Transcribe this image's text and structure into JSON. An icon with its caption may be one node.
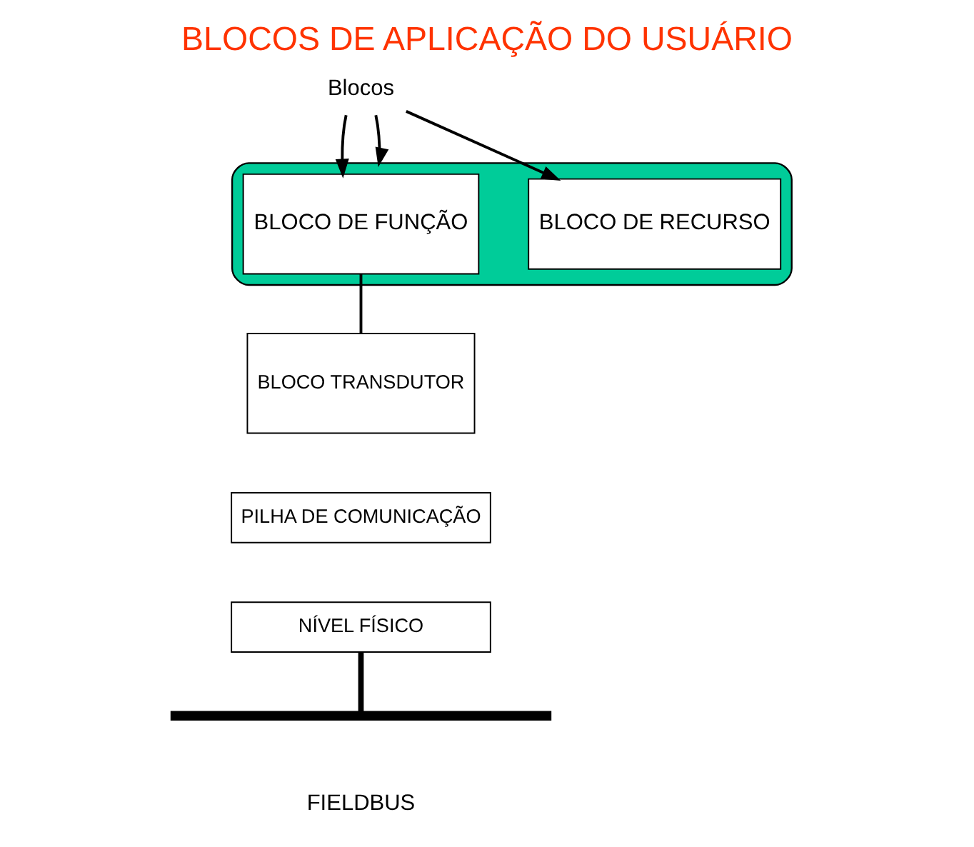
{
  "diagram": {
    "title": "BLOCOS DE APLICAÇÃO DO USUÁRIO",
    "nodes": [
      {
        "text": [
          "Blocos"
        ]
      },
      {
        "text": [],
        "shape": "ellipse"
      },
      {
        "text": [
          "BLOCO DE RECURSO"
        ],
        "in": 1
      },
      {
        "text": [
          "BLOCO DE FUNÇÃO"
        ],
        "in": 1
      },
      {
        "text": [
          "BLOCO TRANSDUTOR"
        ]
      },
      {
        "text": [
          "PILHA DE COMUNICAÇÃO"
        ]
      },
      {
        "text": [
          "NÍVEL FÍSICO"
        ]
      },
      {
        "text": [],
        "shape": "bar",
        "beside": [
          "FIELDBUS"
        ]
      }
    ],
    "edges": [
      {
        "from": 0,
        "to": 2,
        "arrow": "to"
      },
      {
        "from": 0,
        "to": 3,
        "arrow": "to"
      },
      {
        "from": 0,
        "to": 1,
        "arrow": "to"
      },
      {
        "from": 3,
        "to": 4,
        "arrow": "none"
      },
      {
        "from": 6,
        "to": 7,
        "arrow": "none",
        "style": "thick"
      }
    ]
  }
}
